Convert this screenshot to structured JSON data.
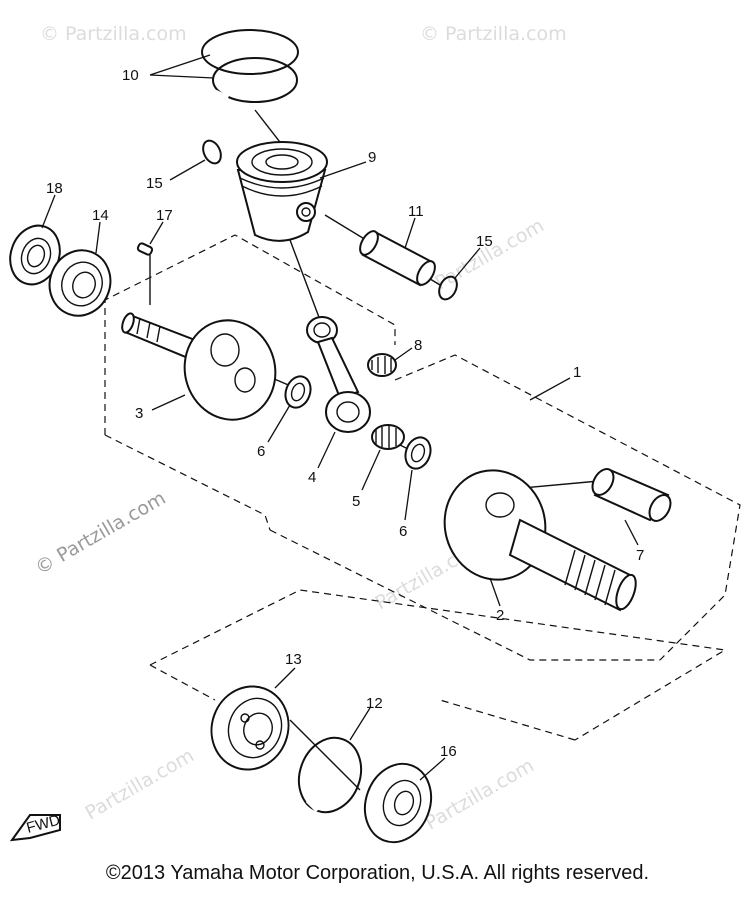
{
  "diagram": {
    "callouts": [
      {
        "id": "c10",
        "label": "10"
      },
      {
        "id": "c9",
        "label": "9"
      },
      {
        "id": "c15a",
        "label": "15"
      },
      {
        "id": "c18",
        "label": "18"
      },
      {
        "id": "c14",
        "label": "14"
      },
      {
        "id": "c17",
        "label": "17"
      },
      {
        "id": "c11",
        "label": "11"
      },
      {
        "id": "c15b",
        "label": "15"
      },
      {
        "id": "c8",
        "label": "8"
      },
      {
        "id": "c1",
        "label": "1"
      },
      {
        "id": "c3",
        "label": "3"
      },
      {
        "id": "c6a",
        "label": "6"
      },
      {
        "id": "c4",
        "label": "4"
      },
      {
        "id": "c5",
        "label": "5"
      },
      {
        "id": "c6b",
        "label": "6"
      },
      {
        "id": "c7",
        "label": "7"
      },
      {
        "id": "c2",
        "label": "2"
      },
      {
        "id": "c13",
        "label": "13"
      },
      {
        "id": "c12",
        "label": "12"
      },
      {
        "id": "c16",
        "label": "16"
      }
    ],
    "fwd_label": "FWD",
    "watermark": "© Partzilla.com",
    "watermark_secondary": "Partzilla.com"
  },
  "footer": {
    "copyright": "©2013  Yamaha Motor Corporation, U.S.A. All rights reserved."
  }
}
